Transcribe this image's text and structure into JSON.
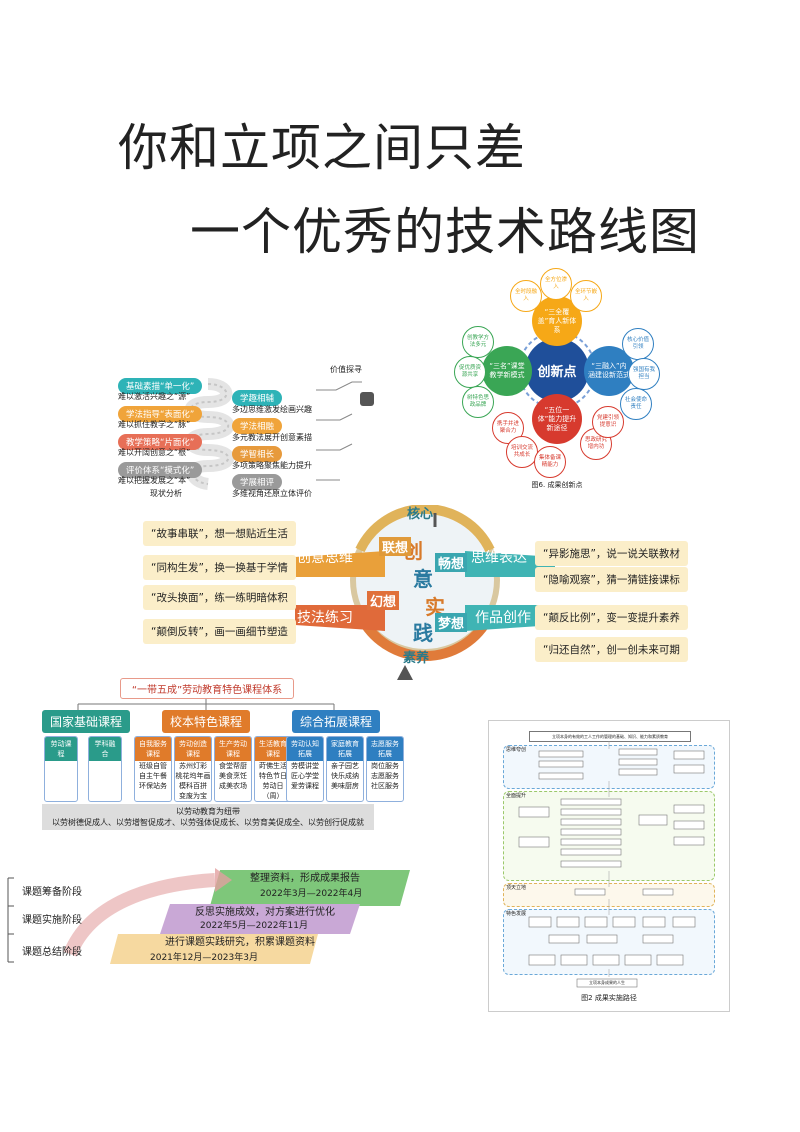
{
  "title": {
    "line1": "你和立项之间只差",
    "line2": "一个优秀的技术路线图"
  },
  "left_diagram": {
    "top_label": "价值探寻",
    "bottom_label": "现状分析",
    "left_items": [
      {
        "pill": "基础素描“单一化”",
        "sub": "难以激活兴趣之“源”",
        "color": "#2eb3b7"
      },
      {
        "pill": "学法指导“表面化”",
        "sub": "难以抓住教学之“脉”",
        "color": "#f0a43a"
      },
      {
        "pill": "教学策略“片面化”",
        "sub": "难以开阔创意之“根”",
        "color": "#e76f57"
      },
      {
        "pill": "评价体系“模式化”",
        "sub": "难以把握发展之“本”",
        "color": "#9a9a9a"
      }
    ],
    "right_items": [
      {
        "pill": "学趣相辅",
        "sub": "多边思维激发绘画兴趣",
        "color": "#2eb3b7"
      },
      {
        "pill": "学法相融",
        "sub": "多元教法展开创意素描",
        "color": "#f0a43a"
      },
      {
        "pill": "学智相长",
        "sub": "多项策略聚焦能力提升",
        "color": "#e79a3c"
      },
      {
        "pill": "学展相评",
        "sub": "多维视角还原立体评价",
        "color": "#9a9a9a"
      }
    ]
  },
  "radial": {
    "center": "创新点",
    "caption": "图6. 成果创新点",
    "big_circles": [
      {
        "text": "“三全覆盖”育人新体系",
        "color": "#f6a817"
      },
      {
        "text": "“三名”课堂教学新模式",
        "color": "#3aa655"
      },
      {
        "text": "“三融入”内涵建设新范式",
        "color": "#2f7fc1"
      },
      {
        "text": "“五位一体”能力提升新途径",
        "color": "#d73a2e"
      }
    ],
    "small_circles": [
      {
        "text": "全方位渗入",
        "color": "#f6a817"
      },
      {
        "text": "全时段融入",
        "color": "#f6a817"
      },
      {
        "text": "全环节嵌入",
        "color": "#f6a817"
      },
      {
        "text": "创教学方法多元",
        "color": "#3aa655"
      },
      {
        "text": "促优质资源共享",
        "color": "#3aa655"
      },
      {
        "text": "树特色思政品牌",
        "color": "#3aa655"
      },
      {
        "text": "核心价值引领",
        "color": "#2f7fc1"
      },
      {
        "text": "强国有我担当",
        "color": "#2f7fc1"
      },
      {
        "text": "社会使命责任",
        "color": "#2f7fc1"
      },
      {
        "text": "携手并进聚合力",
        "color": "#d73a2e"
      },
      {
        "text": "培训交流共成长",
        "color": "#d73a2e"
      },
      {
        "text": "集体备课精能力",
        "color": "#d73a2e"
      },
      {
        "text": "思政研究增内功",
        "color": "#d73a2e"
      },
      {
        "text": "党建引领提意识",
        "color": "#d73a2e"
      }
    ]
  },
  "creative": {
    "top": "核心",
    "bottom": "素养",
    "center_chars": [
      "创",
      "意",
      "实",
      "践"
    ],
    "labels": {
      "lianxiang": "联想",
      "changxiang": "畅想",
      "huanxiang": "幻想",
      "mengxiang": "梦想"
    },
    "sections": {
      "chuangyi": "创意思维",
      "siwei": "思维表达",
      "jifa": "技法练习",
      "zuopin": "作品创作"
    },
    "left_boxes": [
      "“故事串联”，想一想贴近生活",
      "“同构生发”，换一换基于学情",
      "“改头换面”，练一练明暗体积",
      "“颠倒反转”，画一画细节塑造"
    ],
    "right_boxes": [
      "“异影施思”，说一说关联教材",
      "“隐喻观察”，猜一猜链接课标",
      "“颠反比例”，变一变提升素养",
      "“归还自然”，创一创未来可期"
    ]
  },
  "labor": {
    "title": "“一带五成”劳动教育特色课程体系",
    "groups": {
      "basic": "国家基础课程",
      "school": "校本特色课程",
      "extend": "综合拓展课程"
    },
    "basic_cols": [
      {
        "head": "劳动课程",
        "items": []
      },
      {
        "head": "学科融合",
        "items": []
      }
    ],
    "school_cols": [
      {
        "head": "自我服务课程",
        "items": [
          "班级自管",
          "自主午餐",
          "环保站务"
        ]
      },
      {
        "head": "劳动创造课程",
        "items": [
          "苏州灯彩",
          "桃花坞年画",
          "模科百拼",
          "变废为宝"
        ]
      },
      {
        "head": "生产劳动课程",
        "items": [
          "食堂帮厨",
          "美食烹饪",
          "成美农场"
        ]
      },
      {
        "head": "生活教育课程",
        "items": [
          "莳佛生活",
          "特色节日",
          "劳动日（周）"
        ]
      }
    ],
    "extend_cols": [
      {
        "head": "劳动认知拓展",
        "items": [
          "劳模讲堂",
          "匠心学堂",
          "爱劳课程"
        ]
      },
      {
        "head": "家庭教育拓展",
        "items": [
          "亲子园艺",
          "快乐成纳",
          "美味厨房"
        ]
      },
      {
        "head": "志愿服务拓展",
        "items": [
          "岗位服务",
          "志愿服务",
          "社区服务"
        ]
      }
    ],
    "bottom_title": "以劳动教育为纽带",
    "bottom_text": "以劳树德促成人、以劳增智促成才、以劳强体促成长、以劳育美促成全、以劳创行促成就"
  },
  "stages": {
    "labels": [
      "课题筹备阶段",
      "课题实施阶段",
      "课题总结阶段"
    ],
    "steps": [
      {
        "title": "整理资料，形成成果报告",
        "date": "2022年3月—2022年4月",
        "color": "#7ec77a"
      },
      {
        "title": "反思实施成效，对方案进行优化",
        "date": "2022年5月—2022年11月",
        "color": "#c9a8d6"
      },
      {
        "title": "进行课题实践研究，积累课题资料",
        "date": "2021年12月—2023年3月",
        "color": "#f6d9a0"
      }
    ]
  },
  "flow": {
    "caption": "图2 成果实施路径",
    "top_text": "立项本身的有效的工人工作的管理的基础、知识、能力和素质教育",
    "sections": [
      "思维夸创",
      "全面提升",
      "顶天立地",
      "特色发展"
    ],
    "bottom_text": "立项本身成果的人生"
  }
}
